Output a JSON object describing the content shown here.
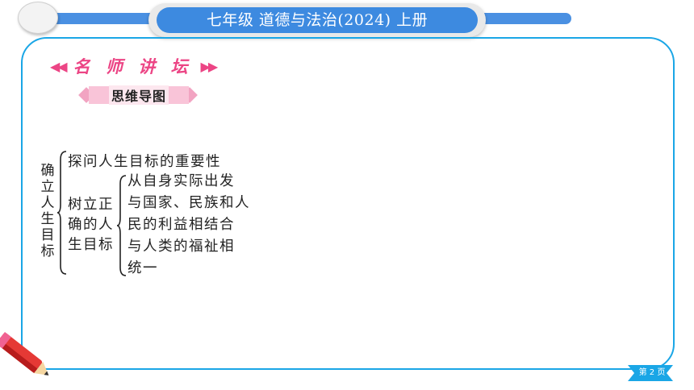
{
  "header": {
    "title": "七年级 道德与法治(2024) 上册"
  },
  "section": {
    "banner": "名 师 讲 坛",
    "subtitle": "思维导图",
    "left_chevrons": "◀◀",
    "right_chevrons": "▶▶"
  },
  "mindmap": {
    "root": [
      "确",
      "立",
      "人",
      "生",
      "目",
      "标"
    ],
    "branch1": "探问人生目标的重要性",
    "branch2_lines": [
      "树立正",
      "确的人",
      "生目标"
    ],
    "leaf_lines": [
      "从自身实际出发",
      "与国家、民族和人",
      "民的利益相结合",
      "与人类的福祉相",
      "统一"
    ]
  },
  "footer": {
    "page": "第 2 页"
  },
  "colors": {
    "accent_blue": "#3d8ae0",
    "frame_blue": "#1aa6e6",
    "banner_pink": "#ec4585"
  }
}
